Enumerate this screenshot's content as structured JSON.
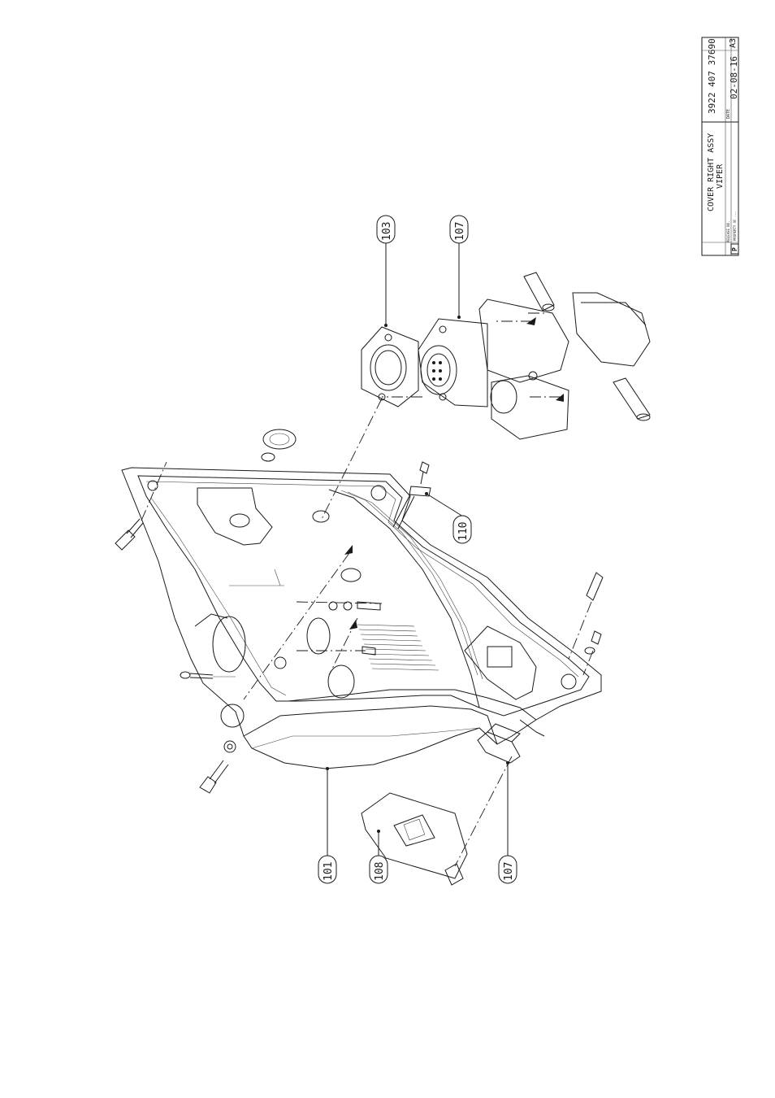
{
  "title_block": {
    "title_line1": "COVER RIGHT ASSY",
    "title_line2": "VIPER",
    "drawing_number": "3922 407 37690",
    "sheet_size": "A3",
    "date_label": "DATE",
    "date": "02-08-16",
    "logo_mark": "P",
    "property_note": "PROPERTY OF ... ",
    "release_note": "RELEASE NO."
  },
  "callouts": [
    {
      "id": "c101",
      "label": "101"
    },
    {
      "id": "c103",
      "label": "103"
    },
    {
      "id": "c107a",
      "label": "107"
    },
    {
      "id": "c107b",
      "label": "107"
    },
    {
      "id": "c108",
      "label": "108"
    },
    {
      "id": "c110",
      "label": "110"
    }
  ]
}
